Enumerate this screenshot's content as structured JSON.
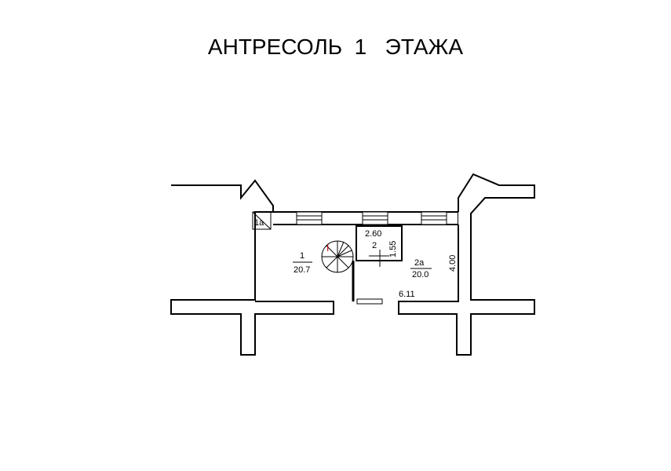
{
  "title": "АНТРЕСОЛЬ  1   ЭТАЖА",
  "rooms": {
    "r1a": "1а",
    "r1_num": "1",
    "r1_area": "20.7",
    "r2_dim_w": "2.60",
    "r2_num": "2",
    "r2_dim_h": "1.55",
    "r2a_num": "2а",
    "r2a_area": "20.0",
    "dim_height": "4.00",
    "dim_width": "6.11",
    "stair_mark": "I"
  },
  "colors": {
    "line": "#000000",
    "background": "#ffffff",
    "stair_mark": "#cc0000"
  }
}
